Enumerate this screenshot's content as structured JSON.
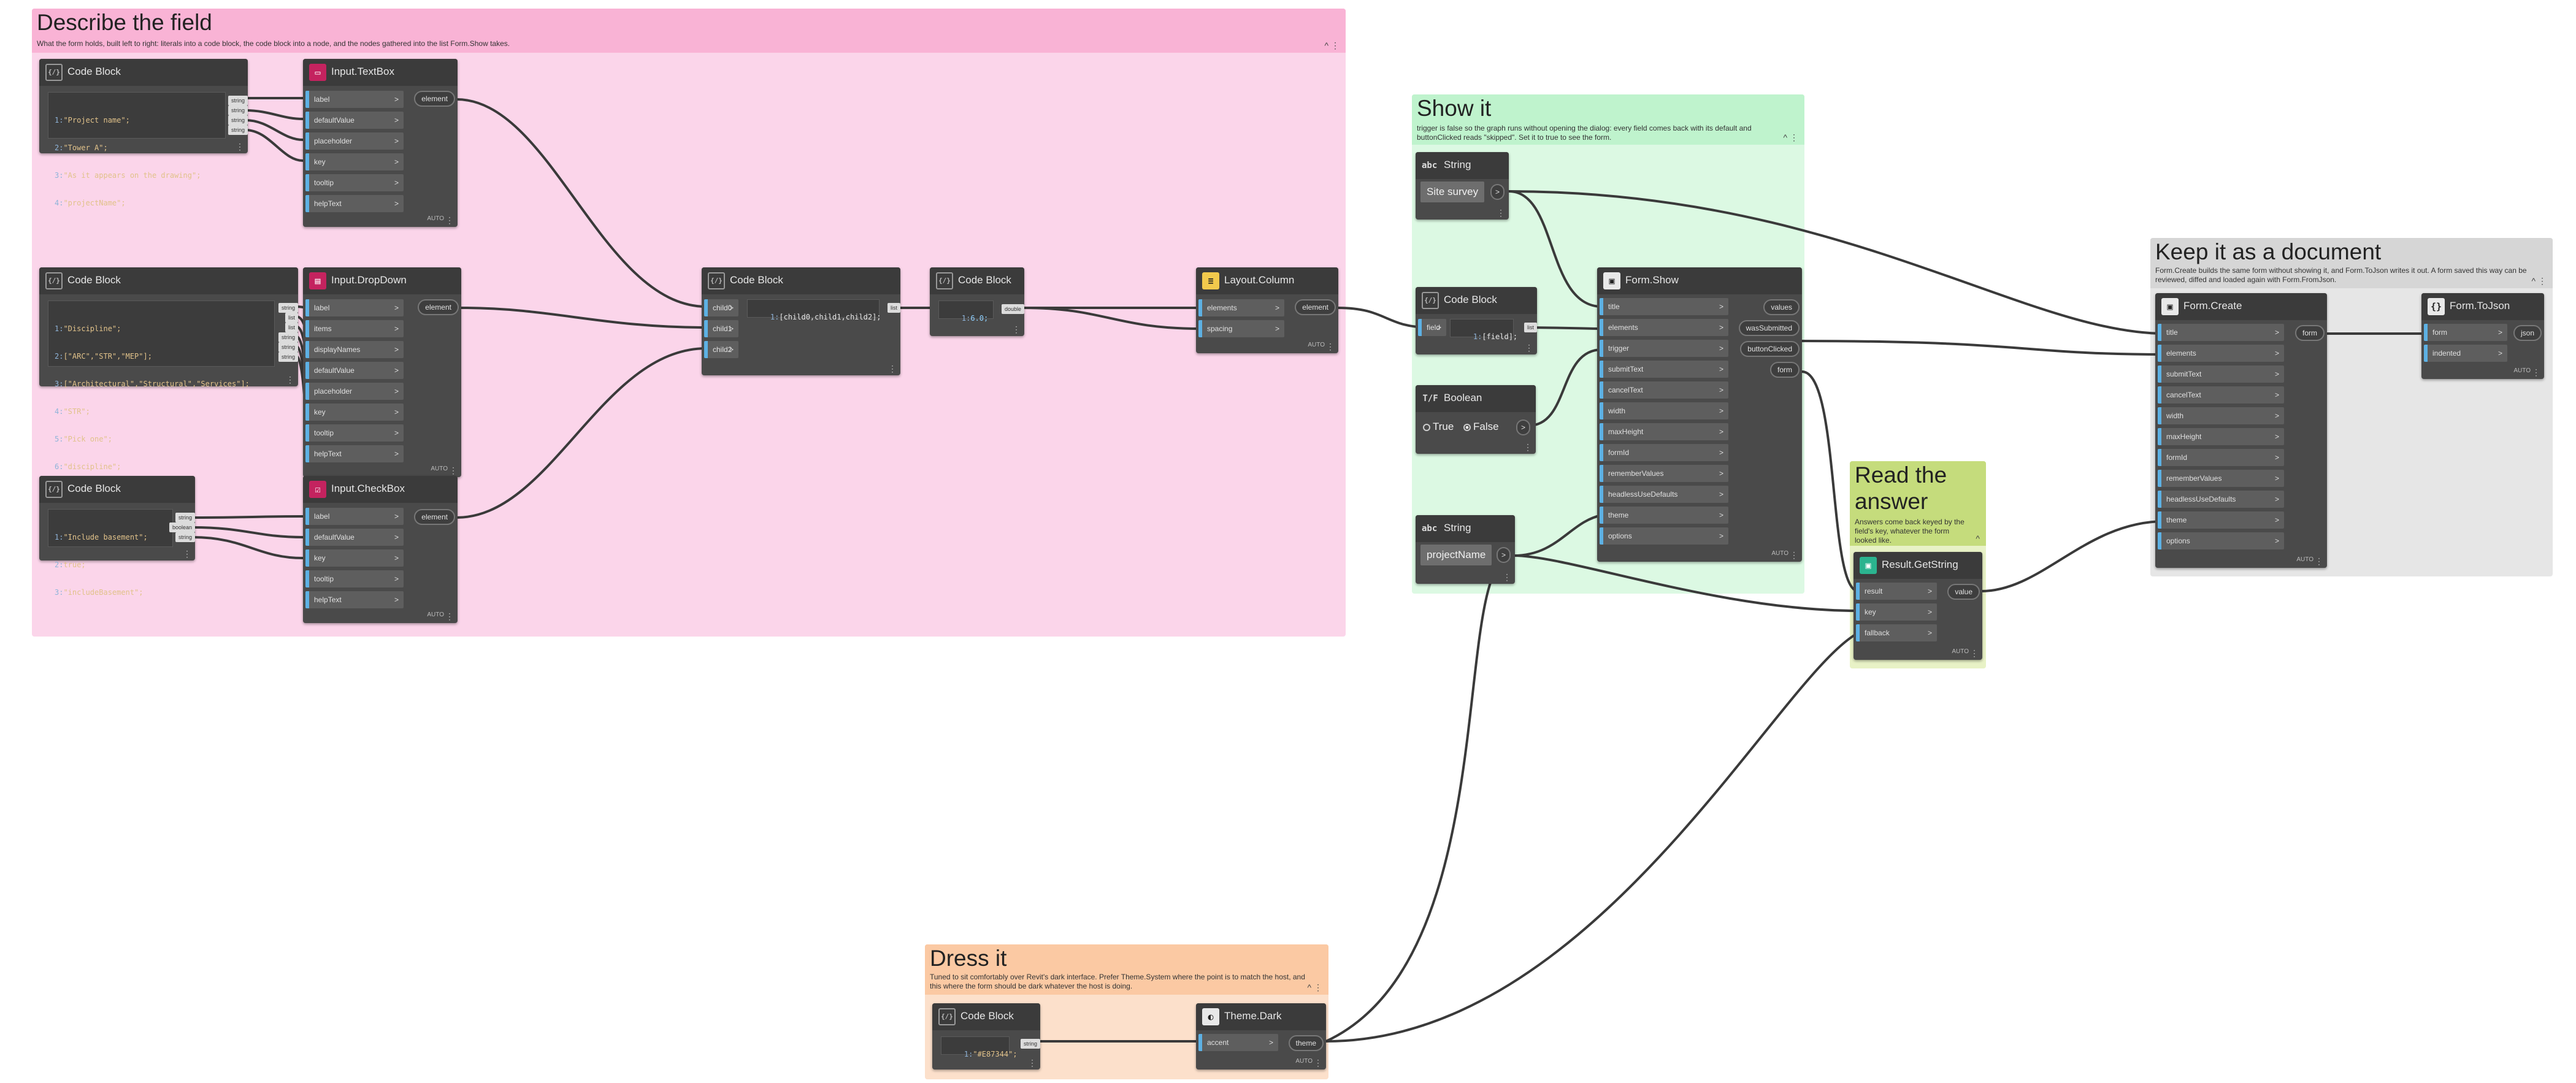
{
  "groups": {
    "describe": {
      "title": "Describe the field",
      "desc": "What the form holds, built left to right: literals into a code block, the code block into a node, and the nodes gathered into the list Form.Show takes.",
      "color": "#fbd5ea",
      "header_color": "#f9b3d5"
    },
    "show": {
      "title": "Show it",
      "desc": "trigger is false so the graph runs without opening the dialog: every field comes back with its default and buttonClicked reads \"skipped\". Set it to true to see the form.",
      "color": "#dcf9e3",
      "header_color": "#bff3cd"
    },
    "keep": {
      "title": "Keep it as a document",
      "desc": "Form.Create builds the same form without showing it, and Form.ToJson writes it out. A form saved this way can be reviewed, diffed and loaded again with Form.FromJson.",
      "color": "#e6e6e6",
      "header_color": "#d6d6d6"
    },
    "read": {
      "title": "Read the answer",
      "desc": "Answers come back keyed by the field's key, whatever the form looked like.",
      "color": "#e8f2c6",
      "header_color": "#c5dc7c"
    },
    "dress": {
      "title": "Dress it",
      "desc": "Tuned to sit comfortably over Revit's dark interface. Prefer Theme.System where the point is to match the host, and this where the form should be dark whatever the host is doing.",
      "color": "#fce0cb",
      "header_color": "#fbc9a3"
    }
  },
  "nodes": {
    "cb1": {
      "title": "Code Block",
      "lines": [
        "\"Project name\";",
        "\"Tower A\";",
        "\"As it appears on the drawing\";",
        "\"projectName\";"
      ],
      "outputs": [
        "string",
        "string",
        "string",
        "string"
      ]
    },
    "textbox": {
      "title": "Input.TextBox",
      "inputs": [
        "label",
        "defaultValue",
        "placeholder",
        "key",
        "tooltip",
        "helpText"
      ],
      "output": "element",
      "auto": "AUTO"
    },
    "cb2": {
      "title": "Code Block",
      "lines": [
        "\"Discipline\";",
        "[\"ARC\",\"STR\",\"MEP\"];",
        "[\"Architectural\",\"Structural\",\"Services\"];",
        "\"STR\";",
        "\"Pick one\";",
        "\"discipline\";"
      ],
      "outputs": [
        "string",
        "list",
        "list",
        "string",
        "string",
        "string"
      ]
    },
    "dropdown": {
      "title": "Input.DropDown",
      "inputs": [
        "label",
        "items",
        "displayNames",
        "defaultValue",
        "placeholder",
        "key",
        "tooltip",
        "helpText"
      ],
      "output": "element",
      "auto": "AUTO"
    },
    "cb3": {
      "title": "Code Block",
      "lines": [
        "\"Include basement\";",
        "true;",
        "\"includeBasement\";"
      ],
      "outputs": [
        "string",
        "boolean",
        "string"
      ]
    },
    "checkbox": {
      "title": "Input.CheckBox",
      "inputs": [
        "label",
        "defaultValue",
        "key",
        "tooltip",
        "helpText"
      ],
      "output": "element",
      "auto": "AUTO"
    },
    "cb4": {
      "title": "Code Block",
      "inputs": [
        "child0",
        "child1",
        "child2"
      ],
      "lines": [
        "[child0,child1,child2];"
      ],
      "output": "list"
    },
    "cb5": {
      "title": "Code Block",
      "lines": [
        "6.0;"
      ],
      "output": "double"
    },
    "layout": {
      "title": "Layout.Column",
      "inputs": [
        "elements",
        "spacing"
      ],
      "output": "element",
      "auto": "AUTO"
    },
    "string1": {
      "title": "String",
      "value": "Site survey",
      "output": ">"
    },
    "cb6": {
      "title": "Code Block",
      "inputs": [
        "field"
      ],
      "lines": [
        "[field];"
      ],
      "output": "list"
    },
    "bool": {
      "title": "Boolean",
      "true_label": "True",
      "false_label": "False",
      "selected": "False",
      "output": ">"
    },
    "string2": {
      "title": "String",
      "value": "projectName",
      "output": ">"
    },
    "formshow": {
      "title": "Form.Show",
      "inputs": [
        "title",
        "elements",
        "trigger",
        "submitText",
        "cancelText",
        "width",
        "maxHeight",
        "formId",
        "rememberValues",
        "headlessUseDefaults",
        "theme",
        "options"
      ],
      "outputs": [
        "values",
        "wasSubmitted",
        "buttonClicked",
        "form"
      ],
      "auto": "AUTO"
    },
    "result": {
      "title": "Result.GetString",
      "inputs": [
        "result",
        "key",
        "fallback"
      ],
      "output": "value",
      "auto": "AUTO"
    },
    "formcreate": {
      "title": "Form.Create",
      "inputs": [
        "title",
        "elements",
        "submitText",
        "cancelText",
        "width",
        "maxHeight",
        "formId",
        "rememberValues",
        "headlessUseDefaults",
        "theme",
        "options"
      ],
      "output": "form",
      "auto": "AUTO"
    },
    "tojson": {
      "title": "Form.ToJson",
      "inputs": [
        "form",
        "indented"
      ],
      "output": "json",
      "auto": "AUTO"
    },
    "cb7": {
      "title": "Code Block",
      "lines": [
        "\"#E87344\";"
      ],
      "output": "string"
    },
    "theme": {
      "title": "Theme.Dark",
      "inputs": [
        "accent"
      ],
      "output": "theme",
      "auto": "AUTO"
    }
  }
}
